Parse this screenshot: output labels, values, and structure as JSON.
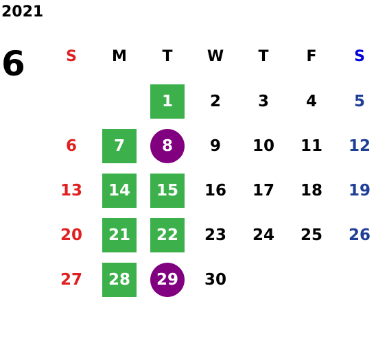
{
  "year": "2021",
  "month": "6",
  "weekdays": [
    "S",
    "M",
    "T",
    "W",
    "T",
    "F",
    "S"
  ],
  "colors": {
    "sunday": "#e02020",
    "saturday": "#1f3f96",
    "saturday_header": "#0000dd",
    "highlight_green": "#3cb04a",
    "highlight_purple": "#800080"
  },
  "days": [
    {
      "day": "1",
      "col": 3,
      "style": "green"
    },
    {
      "day": "2",
      "col": 4
    },
    {
      "day": "3",
      "col": 5
    },
    {
      "day": "4",
      "col": 6
    },
    {
      "day": "5",
      "col": 7
    },
    {
      "day": "6"
    },
    {
      "day": "7",
      "style": "green"
    },
    {
      "day": "8",
      "style": "purple"
    },
    {
      "day": "9"
    },
    {
      "day": "10"
    },
    {
      "day": "11"
    },
    {
      "day": "12"
    },
    {
      "day": "13"
    },
    {
      "day": "14",
      "style": "green"
    },
    {
      "day": "15",
      "style": "green"
    },
    {
      "day": "16"
    },
    {
      "day": "17"
    },
    {
      "day": "18"
    },
    {
      "day": "19"
    },
    {
      "day": "20"
    },
    {
      "day": "21",
      "style": "green"
    },
    {
      "day": "22",
      "style": "green"
    },
    {
      "day": "23"
    },
    {
      "day": "24"
    },
    {
      "day": "25"
    },
    {
      "day": "26"
    },
    {
      "day": "27"
    },
    {
      "day": "28",
      "style": "green"
    },
    {
      "day": "29",
      "style": "purple"
    },
    {
      "day": "30"
    }
  ]
}
